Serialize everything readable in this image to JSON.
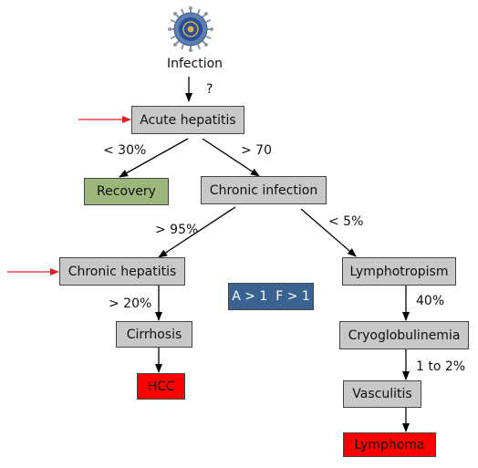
{
  "colors": {
    "box_gray": "#c8c8c8",
    "box_green": "#9bb87a",
    "box_red": "#ff0000",
    "box_blue": "#3b6391",
    "arrow": "#000000",
    "pointer_arrow": "#e02020"
  },
  "logo": {
    "icon": "virus-particle-icon"
  },
  "start": {
    "label": "Infection",
    "unknown_label": "?"
  },
  "nodes": {
    "acute_hepatitis": "Acute hepatitis",
    "recovery": "Recovery",
    "chronic_infection": "Chronic infection",
    "chronic_hepatitis": "Chronic hepatitis",
    "cirrhosis": "Cirrhosis",
    "hcc": "HCC",
    "lymphotropism": "Lymphotropism",
    "cryoglobulinemia": "Cryoglobulinemia",
    "vasculitis": "Vasculitis",
    "lymphoma": "Lymphoma",
    "activity_fibrosis": "A > 1  F > 1"
  },
  "edge_labels": {
    "to_recovery": "< 30%",
    "to_chronic": "> 70",
    "to_chronic_hepatitis": "> 95%",
    "to_lymphotropism": "< 5%",
    "to_cirrhosis": "> 20%",
    "to_cryoglobulinemia": "40%",
    "to_vasculitis": "1 to 2%"
  }
}
